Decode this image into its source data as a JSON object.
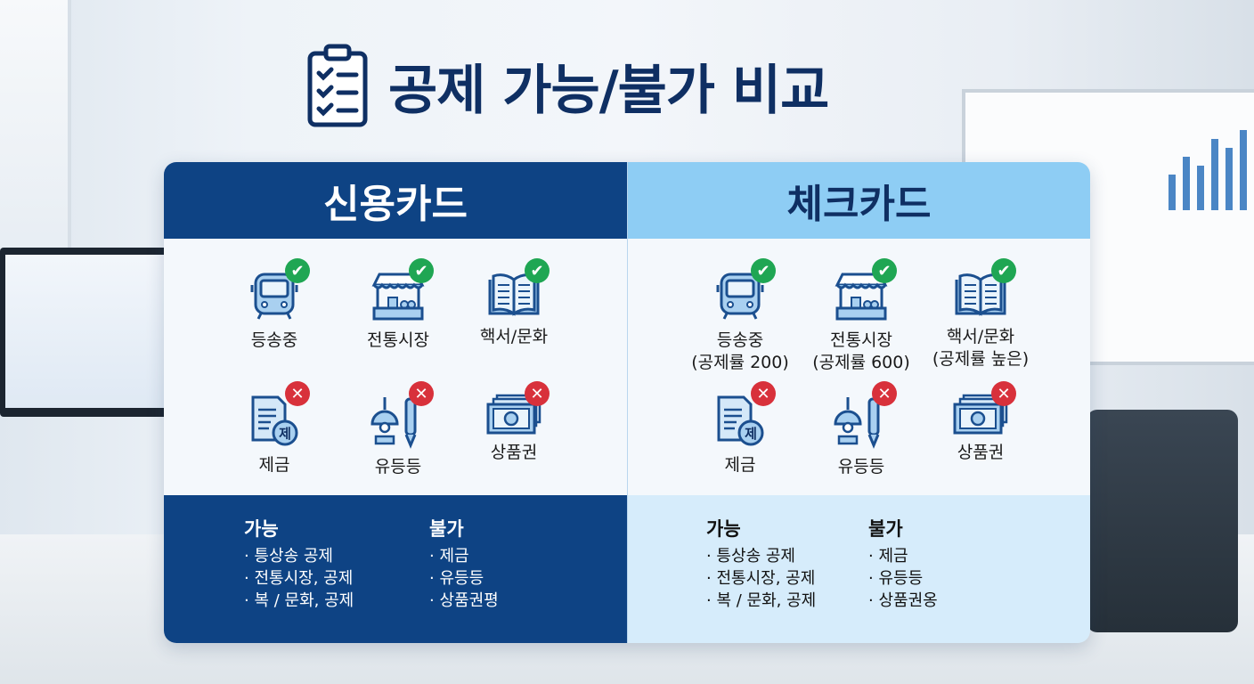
{
  "title": "공제 가능/불가 비교",
  "colors": {
    "credit_header": "#0e4384",
    "check_header": "#8ecdf4",
    "allowed": "#1fa653",
    "not_allowed": "#d8313b"
  },
  "panels": [
    {
      "name": "신용카드",
      "items": [
        {
          "icon": "bus-icon",
          "label": "등송중",
          "status": "allowed"
        },
        {
          "icon": "market-stall-icon",
          "label": "전통시장",
          "status": "allowed"
        },
        {
          "icon": "book-icon",
          "label": "핵서/문화",
          "status": "allowed"
        },
        {
          "icon": "tax-document-icon",
          "label": "제금",
          "status": "not_allowed"
        },
        {
          "icon": "lamp-pen-icon",
          "label": "유등등",
          "status": "not_allowed"
        },
        {
          "icon": "banknotes-icon",
          "label": "상품권",
          "status": "not_allowed"
        }
      ],
      "allowed_title": "가능",
      "allowed_list": [
        "틍상송 공제",
        "전통시장, 공제",
        "복 / 문화, 공제"
      ],
      "not_allowed_title": "불가",
      "not_allowed_list": [
        "제금",
        "유등등",
        "상품권평"
      ]
    },
    {
      "name": "체크카드",
      "items": [
        {
          "icon": "bus-icon",
          "label": "등송중",
          "sub": "(공제률 200)",
          "status": "allowed"
        },
        {
          "icon": "market-stall-icon",
          "label": "전통시장",
          "sub": "(공제률 600)",
          "status": "allowed"
        },
        {
          "icon": "book-icon",
          "label": "핵서/문화",
          "sub": "(공제률 높은)",
          "status": "allowed"
        },
        {
          "icon": "tax-document-icon",
          "label": "제금",
          "status": "not_allowed"
        },
        {
          "icon": "lamp-pen-icon",
          "label": "유등등",
          "status": "not_allowed"
        },
        {
          "icon": "banknotes-icon",
          "label": "상품권",
          "status": "not_allowed"
        }
      ],
      "allowed_title": "가능",
      "allowed_list": [
        "틍상송 공제",
        "전통시장, 공제",
        "복 / 문화, 공제"
      ],
      "not_allowed_title": "불가",
      "not_allowed_list": [
        "제금",
        "유등등",
        "상품권옹"
      ]
    }
  ]
}
